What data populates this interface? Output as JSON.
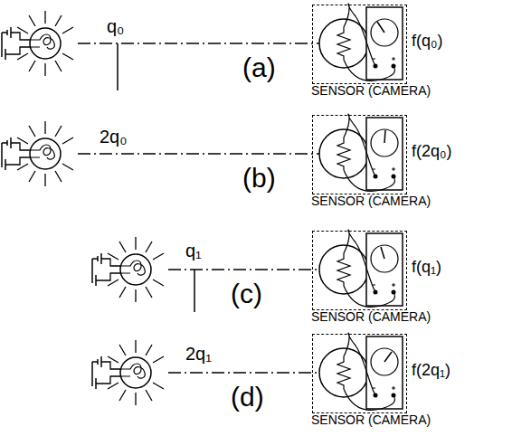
{
  "diagram": {
    "nodes": [
      {
        "text": [
          "SENSOR (CAMERA)"
        ]
      },
      {
        "text": [
          "SENSOR (CAMERA)"
        ]
      },
      {
        "text": [
          "SENSOR (CAMERA)"
        ]
      },
      {
        "text": [
          "SENSOR (CAMERA)"
        ]
      }
    ],
    "labels": [
      "q₀",
      "(a)",
      "f(q₀)",
      "2q₀",
      "(b)",
      "f(2q₀)",
      "q₁",
      "(c)",
      "f(q₁)",
      "2q₁",
      "(d)",
      "f(2q₁)"
    ]
  }
}
